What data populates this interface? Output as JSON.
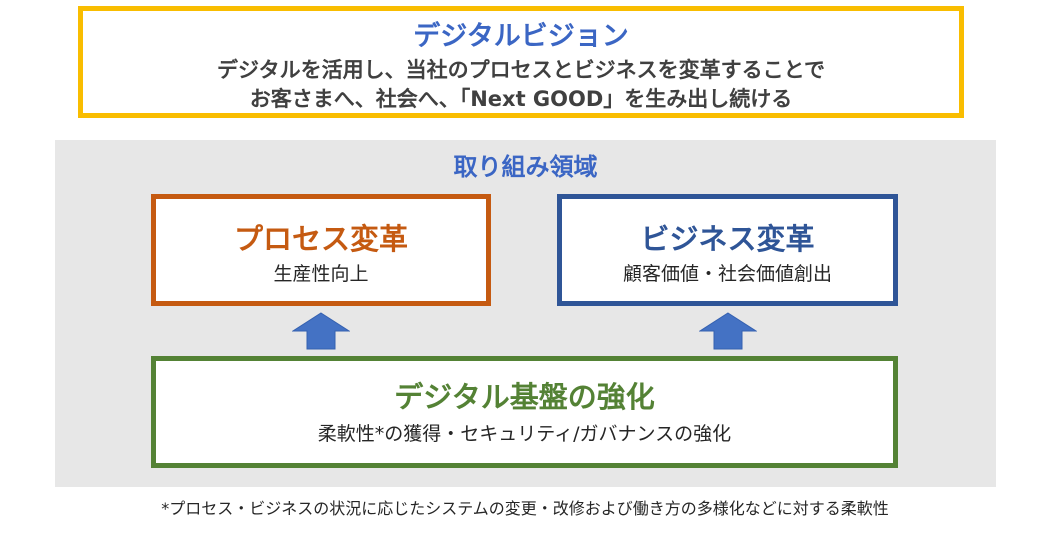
{
  "vision": {
    "title": "デジタルビジョン",
    "line1": "デジタルを活用し、当社のプロセスとビジネスを変革することで",
    "line2": "お客さまへ、社会へ、「Next GOOD」を生み出し続ける"
  },
  "areas": {
    "title": "取り組み領域",
    "process": {
      "title": "プロセス変革",
      "subtitle": "生産性向上"
    },
    "business": {
      "title": "ビジネス変革",
      "subtitle": "顧客価値・社会価値創出"
    },
    "foundation": {
      "title": "デジタル基盤の強化",
      "subtitle": "柔軟性*の獲得・セキュリティ/ガバナンスの強化"
    }
  },
  "footnote": "*プロセス・ビジネスの状況に応じたシステムの変更・改修および働き方の多様化などに対する柔軟性",
  "colors": {
    "vision_border": "#f9bd00",
    "accent_blue": "#3b66c4",
    "process": "#c55a11",
    "business": "#2f5597",
    "foundation": "#548235",
    "arrow": "#4472c4",
    "panel": "#e7e7e7"
  },
  "icons": {
    "left_arrow": "up-arrow-icon",
    "right_arrow": "up-arrow-icon"
  }
}
